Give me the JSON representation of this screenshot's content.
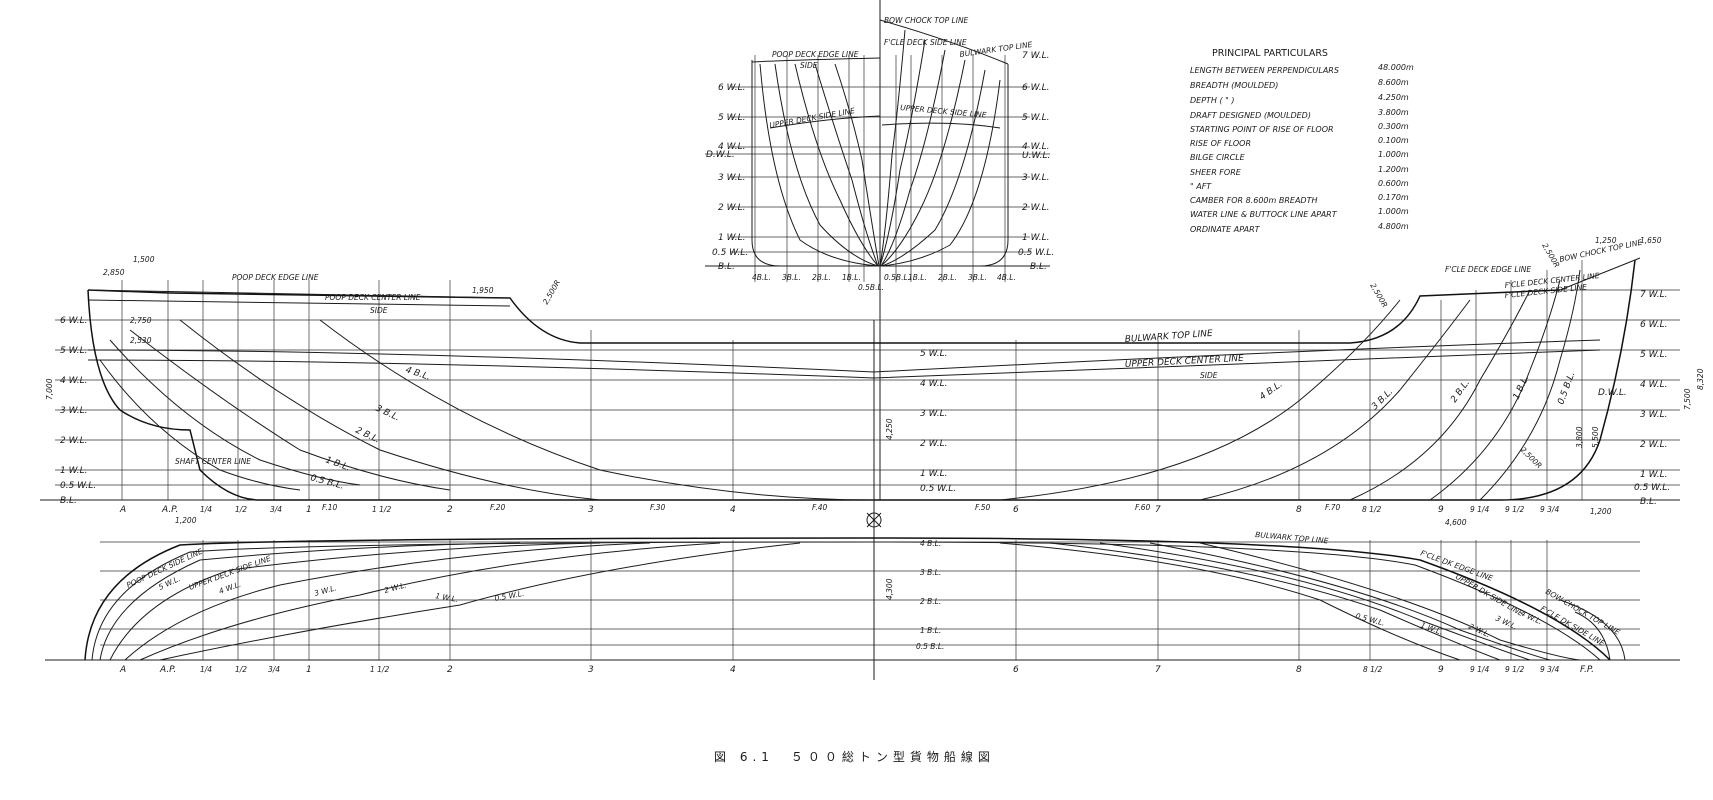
{
  "caption": "図 6.1　５００総トン型貨物船線図",
  "body_plan": {
    "left_wl": [
      "6 W.L.",
      "5 W.L.",
      "4 W.L.",
      "D.W.L.",
      "3 W.L.",
      "2 W.L.",
      "1 W.L.",
      "0.5 W.L.",
      "B.L."
    ],
    "right_wl": [
      "7 W.L.",
      "6 W.L.",
      "5 W.L.",
      "4 W.L.",
      "U.W.L.",
      "3 W.L.",
      "2 W.L.",
      "1 W.L.",
      "0.5 W.L.",
      "B.L."
    ],
    "bottom_bl": [
      "4B.L.",
      "3B.L.",
      "2B.L.",
      "1B.L.",
      "0.5B.L.",
      "0.5B.L.",
      "1B.L.",
      "2B.L.",
      "3B.L.",
      "4B.L."
    ],
    "notes": [
      "POOP DECK EDGE LINE",
      "SIDE",
      "UPPER DECK SIDE LINE",
      "BOW CHOCK TOP LINE",
      "F'CLE DECK SIDE LINE",
      "BULWARK TOP LINE",
      "UPPER DECK SIDE LINE"
    ]
  },
  "principal_particulars": {
    "title": "PRINCIPAL PARTICULARS",
    "rows": [
      {
        "label": "LENGTH BETWEEN PERPENDICULARS",
        "value": "48.000m"
      },
      {
        "label": "BREADTH (MOULDED)",
        "value": "8.600m"
      },
      {
        "label": "DEPTH (   \"   )",
        "value": "4.250m"
      },
      {
        "label": "DRAFT DESIGNED (MOULDED)",
        "value": "3.800m"
      },
      {
        "label": "STARTING POINT OF RISE OF FLOOR",
        "value": "0.300m"
      },
      {
        "label": "RISE OF FLOOR",
        "value": "0.100m"
      },
      {
        "label": "BILGE CIRCLE",
        "value": "1.000m"
      },
      {
        "label": "SHEER FORE",
        "value": "1.200m"
      },
      {
        "label": "\"   AFT",
        "value": "0.600m"
      },
      {
        "label": "CAMBER FOR 8.600m BREADTH",
        "value": "0.170m"
      },
      {
        "label": "WATER LINE & BUTTOCK LINE APART",
        "value": "1.000m"
      },
      {
        "label": "ORDINATE APART",
        "value": "4.800m"
      }
    ]
  },
  "profile": {
    "left_wl": [
      "6 W.L.",
      "5 W.L.",
      "4 W.L.",
      "3 W.L.",
      "2 W.L.",
      "1 W.L.",
      "0.5 W.L.",
      "B.L."
    ],
    "right_wl": [
      "7 W.L.",
      "6 W.L.",
      "5 W.L.",
      "4 W.L.",
      "D.W.L.",
      "3 W.L.",
      "2 W.L.",
      "1 W.L.",
      "0.5 W.L.",
      "B.L."
    ],
    "mid_wl": [
      "5 W.L.",
      "4 W.L.",
      "3 W.L.",
      "2 W.L.",
      "1 W.L.",
      "0.5 W.L."
    ],
    "stations": [
      "A",
      "A.P.",
      "1/4",
      "1/2",
      "3/4",
      "1",
      "1 1/2",
      "2",
      "3",
      "4",
      "6",
      "7",
      "8",
      "8 1/2",
      "9",
      "9 1/4",
      "9 1/2",
      "9 3/4"
    ],
    "frames": [
      "F.10",
      "F.20",
      "F.30",
      "F.40",
      "F.50",
      "F.60",
      "F.70"
    ],
    "buttocks_aft": [
      "4 B.L.",
      "3 B.L.",
      "2 B.L.",
      "1 B.L.",
      "0.5 B.L."
    ],
    "buttocks_fwd": [
      "4 B.L.",
      "3 B.L.",
      "2 B.L.",
      "1 B.L.",
      "0.5 B.L."
    ],
    "notes": [
      "POOP DECK EDGE LINE",
      "POOP DECK CENTER LINE",
      "SIDE",
      "BULWARK TOP LINE",
      "UPPER DECK CENTER LINE",
      "SIDE",
      "F'CLE DECK EDGE LINE",
      "BOW CHOCK TOP LINE",
      "F'CLE DECK CENTER LINE",
      "F'CLE DECK SIDE LINE",
      "SHAFT CENTER LINE"
    ],
    "dims": [
      "1,500",
      "2,850",
      "2,750",
      "2,530",
      "1,950",
      "1,200",
      "4,250",
      "4,600",
      "1,200",
      "1,250",
      "1,650",
      "7,000",
      "8,320",
      "7,500",
      "3,800",
      "5,500",
      "2,500R",
      "2,500R",
      "2,500R",
      "2,500R"
    ]
  },
  "half_breadth": {
    "bl": [
      "4 B.L.",
      "3 B.L.",
      "2 B.L.",
      "1 B.L.",
      "0.5 B.L."
    ],
    "stations": [
      "A",
      "A.P.",
      "1/4",
      "1/2",
      "3/4",
      "1",
      "1 1/2",
      "2",
      "3",
      "4",
      "6",
      "7",
      "8",
      "8 1/2",
      "9",
      "9 1/4",
      "9 1/2",
      "9 3/4",
      "F.P."
    ],
    "notes": [
      "POOP DECK SIDE LINE",
      "5 W.L.",
      "UPPER DECK SIDE LINE",
      "4 W.L.",
      "3 W.L.",
      "2 W.L.",
      "1 W.L.",
      "0.5 W.L.",
      "BULWARK TOP LINE",
      "F'CLE DK EDGE LINE",
      "UPPER DK SIDE LINE",
      "BOW CHOCK TOP LINE",
      "F'CLE DK SIDE LINE",
      "0.5 W.L.",
      "1 W.L.",
      "2 W.L.",
      "3 W.L.",
      "4 W.L.",
      "4,300"
    ]
  }
}
